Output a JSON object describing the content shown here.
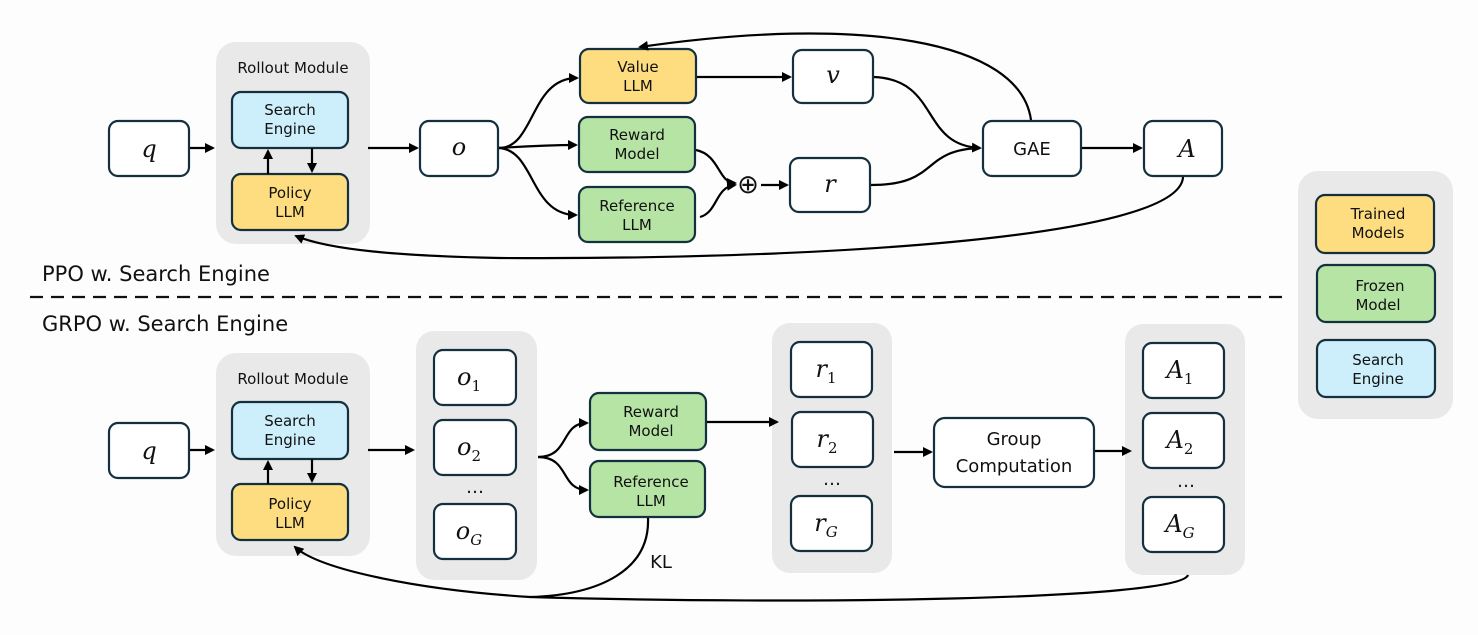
{
  "ppo": {
    "section_label": "PPO w. Search Engine",
    "query": "q",
    "rollout_module": {
      "title": "Rollout Module",
      "search_engine": [
        "Search",
        "Engine"
      ],
      "policy_llm": [
        "Policy",
        "LLM"
      ]
    },
    "output": "o",
    "value_llm": [
      "Value",
      "LLM"
    ],
    "reward_model": [
      "Reward",
      "Model"
    ],
    "reference_llm": [
      "Reference",
      "LLM"
    ],
    "sum_symbol": "⊕",
    "value": "v",
    "reward": "r",
    "gae": "GAE",
    "advantage": "A"
  },
  "grpo": {
    "section_label": "GRPO w. Search Engine",
    "query": "q",
    "rollout_module": {
      "title": "Rollout Module",
      "search_engine": [
        "Search",
        "Engine"
      ],
      "policy_llm": [
        "Policy",
        "LLM"
      ]
    },
    "outputs": {
      "base": "o",
      "subs": [
        "1",
        "2",
        "G"
      ],
      "ellipsis": "…"
    },
    "reward_model": [
      "Reward",
      "Model"
    ],
    "reference_llm": [
      "Reference",
      "LLM"
    ],
    "kl_label": "KL",
    "rewards": {
      "base": "r",
      "subs": [
        "1",
        "2",
        "G"
      ],
      "ellipsis": "…"
    },
    "group_computation": [
      "Group",
      "Computation"
    ],
    "advantages": {
      "base": "A",
      "subs": [
        "1",
        "2",
        "G"
      ],
      "ellipsis": "…"
    }
  },
  "legend": {
    "items": [
      {
        "label": [
          "Trained",
          "Models"
        ],
        "color": "#fedd80"
      },
      {
        "label": [
          "Frozen",
          "Model"
        ],
        "color": "#b5e4a4"
      },
      {
        "label": [
          "Search",
          "Engine"
        ],
        "color": "#cdeefb"
      }
    ]
  }
}
